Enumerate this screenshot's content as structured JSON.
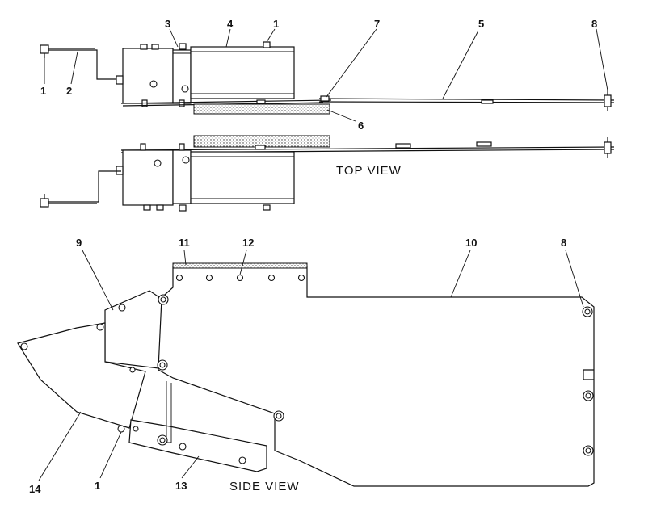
{
  "views": {
    "top": "TOP VIEW",
    "side": "SIDE VIEW"
  },
  "callouts": {
    "top_1a": "1",
    "top_1b": "1",
    "top_2": "2",
    "top_3": "3",
    "top_4": "4",
    "top_5": "5",
    "top_6": "6",
    "top_7": "7",
    "top_8": "8",
    "side_9": "9",
    "side_10": "10",
    "side_11": "11",
    "side_12": "12",
    "side_8": "8",
    "side_14": "14",
    "side_1": "1",
    "side_13": "13"
  }
}
